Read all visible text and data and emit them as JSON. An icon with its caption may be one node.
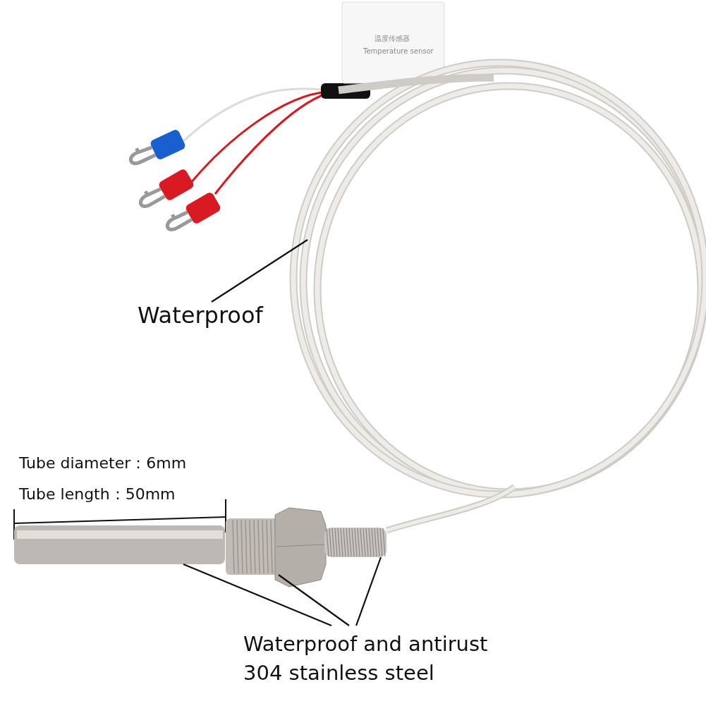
{
  "diagram": {
    "nodes": [
      {
        "text": [
          "Waterproof"
        ]
      },
      {
        "text": [],
        "shape": "picture"
      },
      {
        "text": [
          "Waterproof and antirust 304 stainless steel"
        ]
      },
      {
        "text": [],
        "shape": "picture"
      },
      {
        "text": [],
        "shape": "picture"
      },
      {
        "text": [],
        "shape": "picture"
      }
    ],
    "edges": [
      {
        "from": 0,
        "to": 1,
        "arrow": "none"
      },
      {
        "from": 2,
        "to": 3,
        "arrow": "none"
      },
      {
        "from": 2,
        "to": 4,
        "arrow": "none"
      },
      {
        "from": 2,
        "to": 5,
        "arrow": "none"
      }
    ],
    "labels": [
      "温度传感器",
      "Temperature sensor",
      "Tube diameter：6mm",
      "Tube length：50mm"
    ]
  }
}
